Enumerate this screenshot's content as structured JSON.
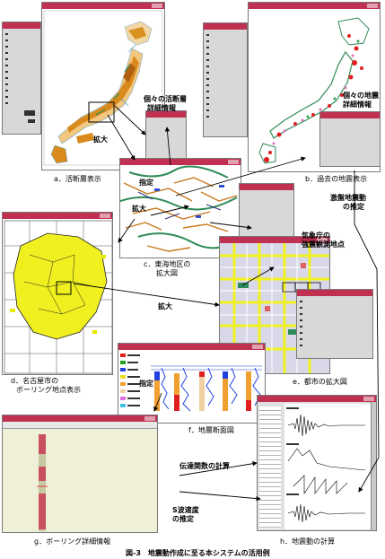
{
  "captions": {
    "a": "a．活断層表示",
    "b": "b．過去の地震表示",
    "c": "c．東海地区の",
    "c2": "拡大図",
    "d": "d．名古屋市の",
    "d2": "ボーリング地点表示",
    "e": "e．都市の拡大図",
    "f": "f．地層断面図",
    "g": "g．ボーリング詳細情報",
    "h": "h．地震動の計算",
    "figure": "図-3　地震動作成に至る本システムの活用例"
  },
  "annotations": {
    "fault_detail_1": "個々の活断層",
    "fault_detail_2": "詳細情報",
    "quake_detail_1": "個々の地震",
    "quake_detail_2": "詳細情報",
    "zoom1": "拡大",
    "zoom2": "拡大",
    "zoom3": "拡大",
    "specify1": "指定",
    "specify2": "指定",
    "strong_motion_1": "激盤地震動",
    "strong_motion_2": "の推定",
    "jma_1": "気象庁の",
    "jma_2": "強震観測地点",
    "transfer": "伝達関数の計算",
    "swave_1": "S波速度",
    "swave_2": "の推定"
  },
  "colors": {
    "titlebar": "#c03050",
    "fault": "#c8781e",
    "sea": "#ffffff",
    "land": "#ffffff",
    "green_line": "#2e8b57",
    "yellow": "#f5f500",
    "boring_bar": "#c85060",
    "boring_bar_light": "#c8c8a0"
  }
}
